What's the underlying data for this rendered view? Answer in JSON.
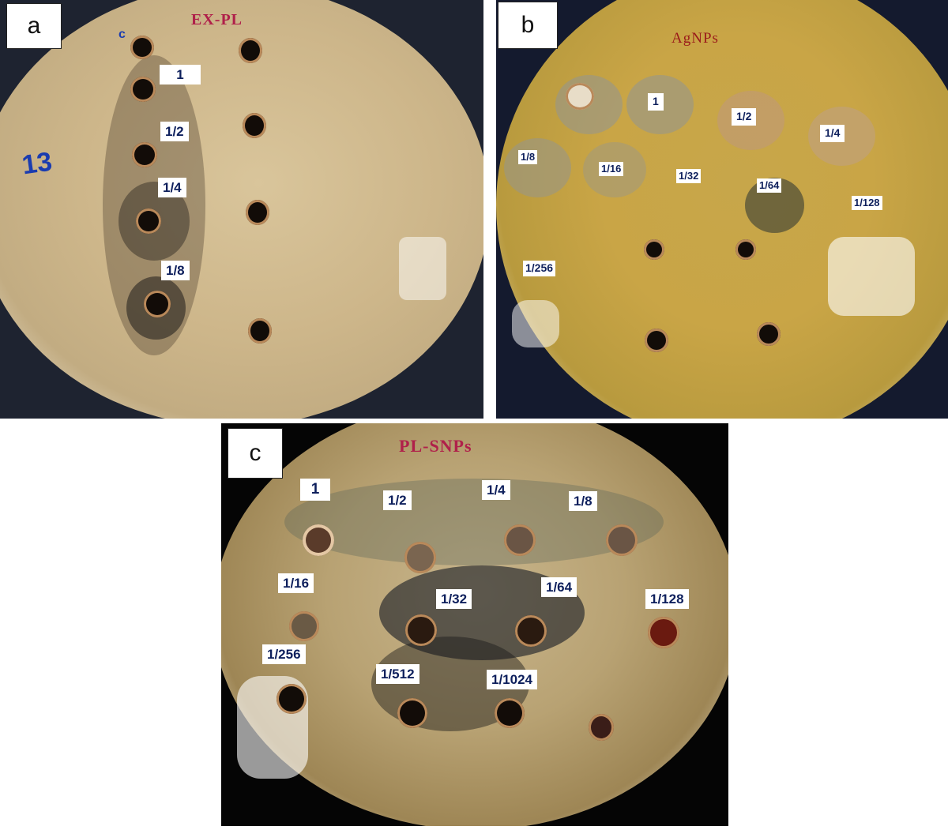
{
  "figure": {
    "panels": [
      {
        "letter": "a",
        "title": "EX-PL",
        "title_color": "#b0204a",
        "handwritten_marks": {
          "plate_number": "13",
          "control_mark": "c"
        },
        "labels": [
          "1",
          "1/2",
          "1/4",
          "1/8"
        ]
      },
      {
        "letter": "b",
        "title": "AgNPs",
        "title_color": "#9a1a1a",
        "labels": [
          "1",
          "1/2",
          "1/4",
          "1/8",
          "1/16",
          "1/32",
          "1/64",
          "1/128",
          "1/256"
        ]
      },
      {
        "letter": "c",
        "title": "PL-SNPs",
        "title_color": "#b0204a",
        "labels": [
          "1",
          "1/2",
          "1/4",
          "1/8",
          "1/16",
          "1/32",
          "1/64",
          "1/128",
          "1/256",
          "1/512",
          "1/1024"
        ]
      }
    ],
    "label_text_color": "#0d1f5c"
  }
}
